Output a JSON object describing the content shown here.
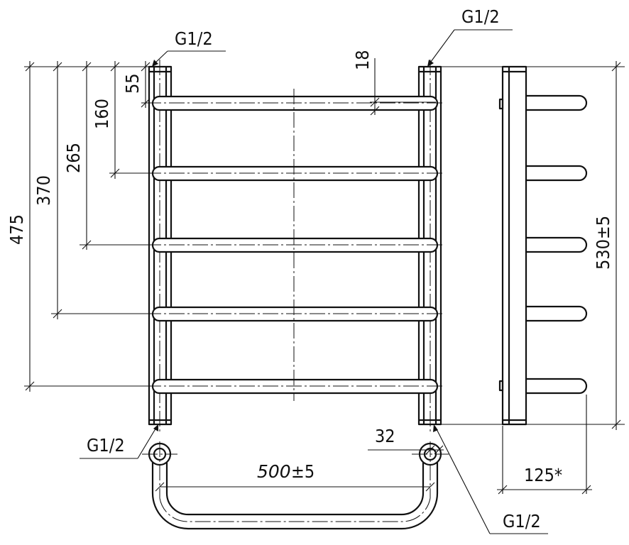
{
  "labels": {
    "thread_top_left": "G1/2",
    "thread_top_right": "G1/2",
    "thread_bottom_left": "G1/2",
    "thread_bottom_right": "G1/2"
  },
  "dimensions": {
    "d55": "55",
    "d160": "160",
    "d265": "265",
    "d370": "370",
    "d475": "475",
    "d18": "18",
    "d530": "530±5",
    "d32": "32",
    "d500_value": "500",
    "d500_tol": "±5",
    "d125": "125*"
  },
  "rail_count": 5
}
